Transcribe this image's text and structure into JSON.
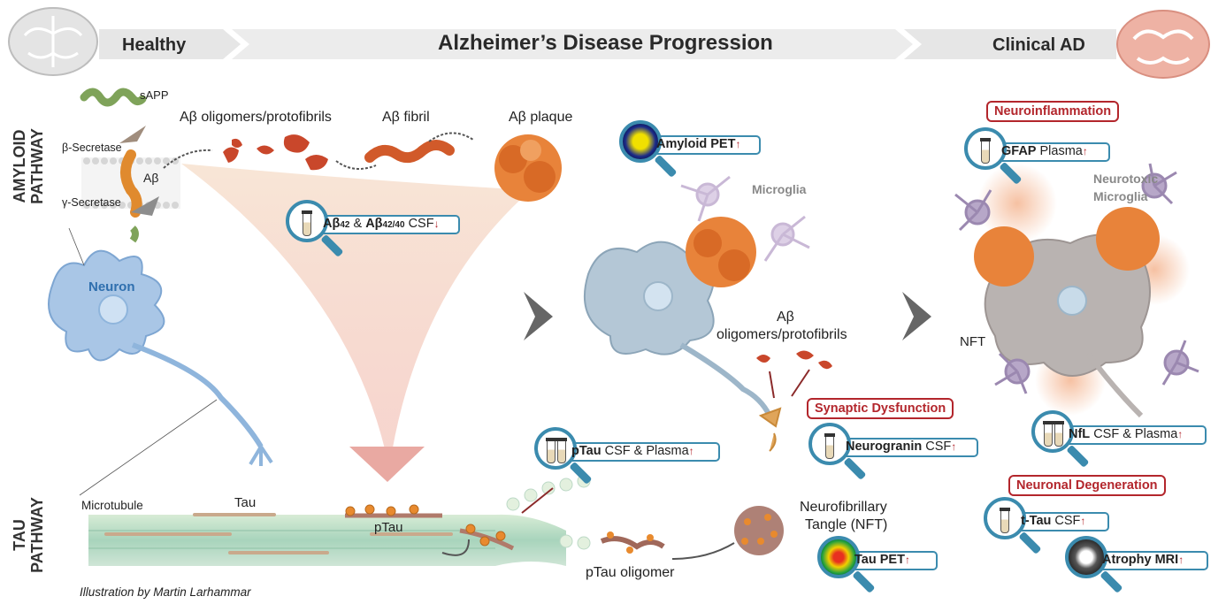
{
  "header": {
    "left": "Healthy",
    "center": "Alzheimer’s Disease Progression",
    "right": "Clinical AD"
  },
  "pathways": {
    "amyloid_line1": "AMYLOID",
    "amyloid_line2": "PATHWAY",
    "tau_line1": "TAU",
    "tau_line2": "PATHWAY"
  },
  "labels": {
    "sapp": "sAPP",
    "beta_secretase": "β-Secretase",
    "abeta": "Aβ",
    "gamma_secretase": "γ-Secretase",
    "neuron": "Neuron",
    "oligomers": "Aβ oligomers/protofibrils",
    "fibril": "Aβ fibril",
    "plaque": "Aβ plaque",
    "microglia": "Microglia",
    "abeta_mid": "Aβ",
    "oligomers_mid": "oligomers/protofibrils",
    "neurotoxic": "Neurotoxic",
    "neurotoxic_microglia": "Microglia",
    "nft_short": "NFT",
    "microtubule": "Microtubule",
    "tau": "Tau",
    "ptau": "pTau",
    "ptau_oligomer": "pTau oligomer",
    "nft_line1": "Neurofibrillary",
    "nft_line2": "Tangle (NFT)",
    "credit": "Illustration by Martin Larhammar"
  },
  "boxes": {
    "neuroinflammation": "Neuroinflammation",
    "synaptic": "Synaptic Dysfunction",
    "degeneration": "Neuronal Degeneration"
  },
  "biomarkers": {
    "csf_ab_bold1": "Aβ",
    "csf_ab_sub1": "42",
    "csf_ab_amp": " & ",
    "csf_ab_bold2": "Aβ",
    "csf_ab_sub2": "42/40",
    "csf_ab_rest": " CSF",
    "csf_ab_arrow": "↓",
    "amyloid_pet": "Amyloid PET",
    "gfap_bold": "GFAP",
    "gfap_rest": " Plasma",
    "ptau_bold": "pTau",
    "ptau_rest": " CSF & Plasma",
    "neurogranin_bold": "Neurogranin",
    "neurogranin_rest": " CSF",
    "nfl_bold": "NfL",
    "nfl_rest": " CSF & Plasma",
    "ttau_bold": "t-Tau",
    "ttau_rest": " CSF",
    "tau_pet": "Tau PET",
    "atrophy_mri": "Atrophy MRI",
    "up_arrow": "↑"
  },
  "colors": {
    "biomarker_blue": "#3b8bae",
    "box_red": "#b3262c",
    "amyloid_orange": "#d9702a",
    "neuron_blue": "#8fb5dc",
    "healthy_brain": "#e0e0e0",
    "ad_brain": "#e8a99a"
  }
}
